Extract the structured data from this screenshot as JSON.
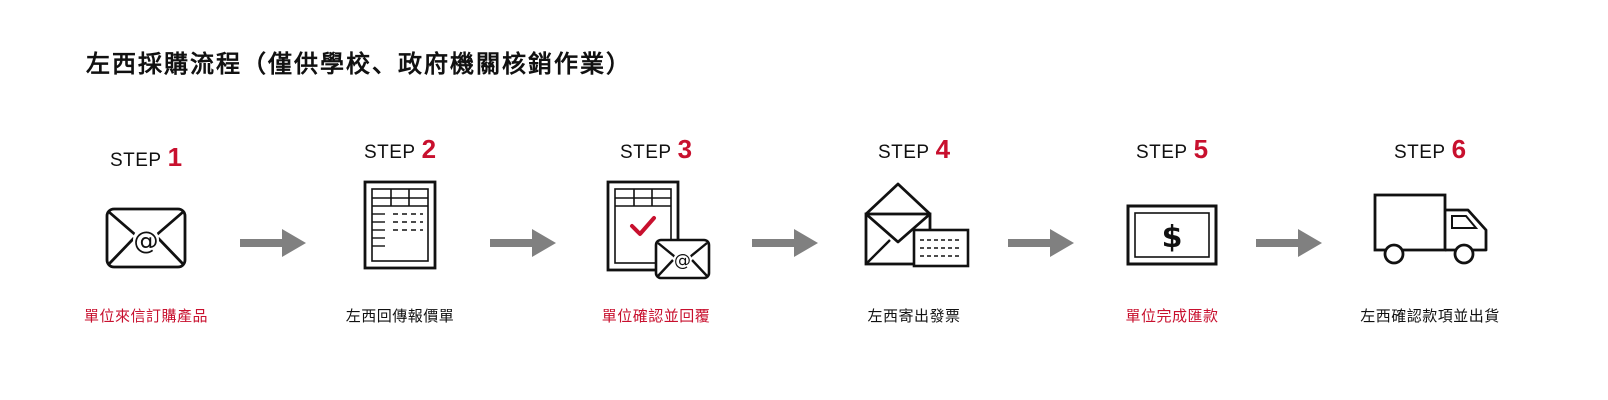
{
  "title": "左西採購流程（僅供學校、政府機關核銷作業）",
  "colors": {
    "accent": "#c8102e",
    "text": "#111111",
    "arrow": "#808080"
  },
  "steps": [
    {
      "word": "STEP",
      "number": "1",
      "caption": "單位來信訂購產品",
      "caption_accent": true,
      "icon": "email-icon"
    },
    {
      "word": "STEP",
      "number": "2",
      "caption": "左西回傳報價單",
      "caption_accent": false,
      "icon": "quote-sheet-icon"
    },
    {
      "word": "STEP",
      "number": "3",
      "caption": "單位確認並回覆",
      "caption_accent": true,
      "icon": "checked-sheet-email-icon"
    },
    {
      "word": "STEP",
      "number": "4",
      "caption": "左西寄出發票",
      "caption_accent": false,
      "icon": "envelope-invoice-icon"
    },
    {
      "word": "STEP",
      "number": "5",
      "caption": "單位完成匯款",
      "caption_accent": true,
      "icon": "dollar-bill-icon"
    },
    {
      "word": "STEP",
      "number": "6",
      "caption": "左西確認款項並出貨",
      "caption_accent": false,
      "icon": "truck-icon"
    }
  ]
}
